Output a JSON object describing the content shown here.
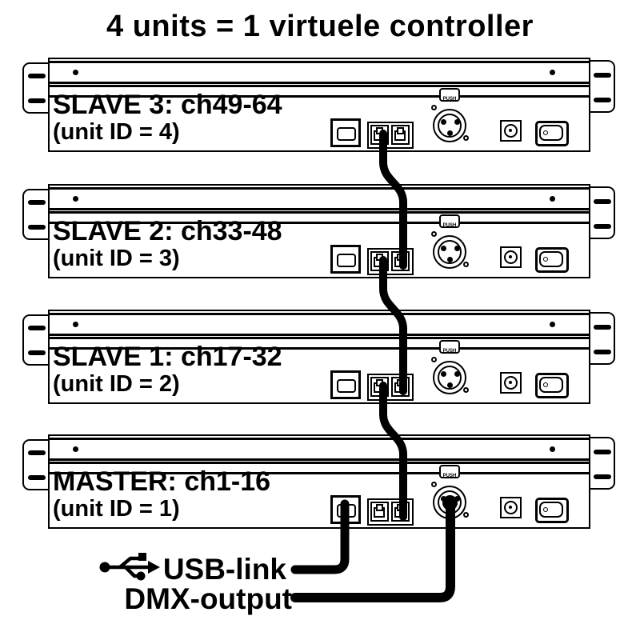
{
  "title": "4 units = 1 virtuele controller",
  "units": [
    {
      "name": "SLAVE 3: ch49-64",
      "id_label": "(unit ID = 4)",
      "role": "slave"
    },
    {
      "name": "SLAVE 2: ch33-48",
      "id_label": "(unit ID = 3)",
      "role": "slave"
    },
    {
      "name": "SLAVE 1: ch17-32",
      "id_label": "(unit ID = 2)",
      "role": "slave"
    },
    {
      "name": "MASTER: ch1-16",
      "id_label": "(unit ID = 1)",
      "role": "master"
    }
  ],
  "push_label": "PUSH",
  "callouts": {
    "usb_link": "USB-link",
    "dmx_output": "DMX-output"
  },
  "colors": {
    "ink": "#000000",
    "background": "#ffffff"
  }
}
